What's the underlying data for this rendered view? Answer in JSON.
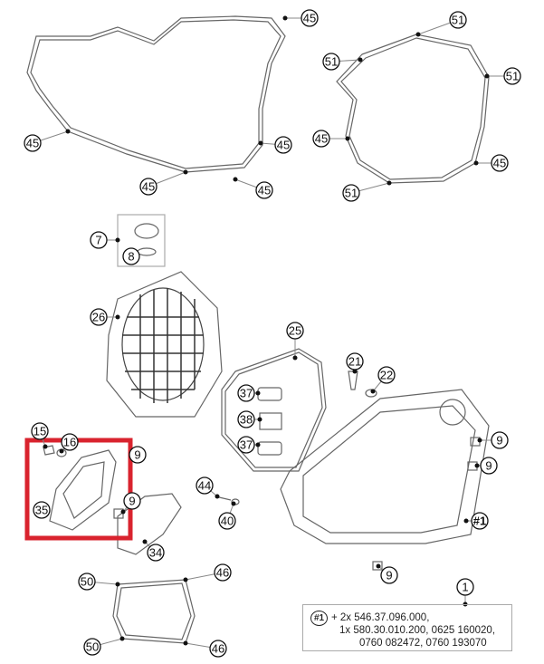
{
  "diagram": {
    "callouts": [
      "45",
      "45",
      "45",
      "45",
      "45",
      "51",
      "51",
      "51",
      "45",
      "45",
      "51",
      "7",
      "8",
      "26",
      "25",
      "21",
      "22",
      "37",
      "38",
      "37",
      "15",
      "16",
      "9",
      "9",
      "9",
      "35",
      "9",
      "44",
      "40",
      "#1",
      "34",
      "9",
      "50",
      "46",
      "50",
      "46",
      "1"
    ],
    "highlight_color": "#d9232e",
    "line_color": "#555555"
  },
  "note": {
    "ref": "#1",
    "line1": "+ 2x 546.37.096.000,",
    "line2": "1x 580.30.010.200, 0625 160020,",
    "line3": "0760 082472, 0760 193070"
  }
}
